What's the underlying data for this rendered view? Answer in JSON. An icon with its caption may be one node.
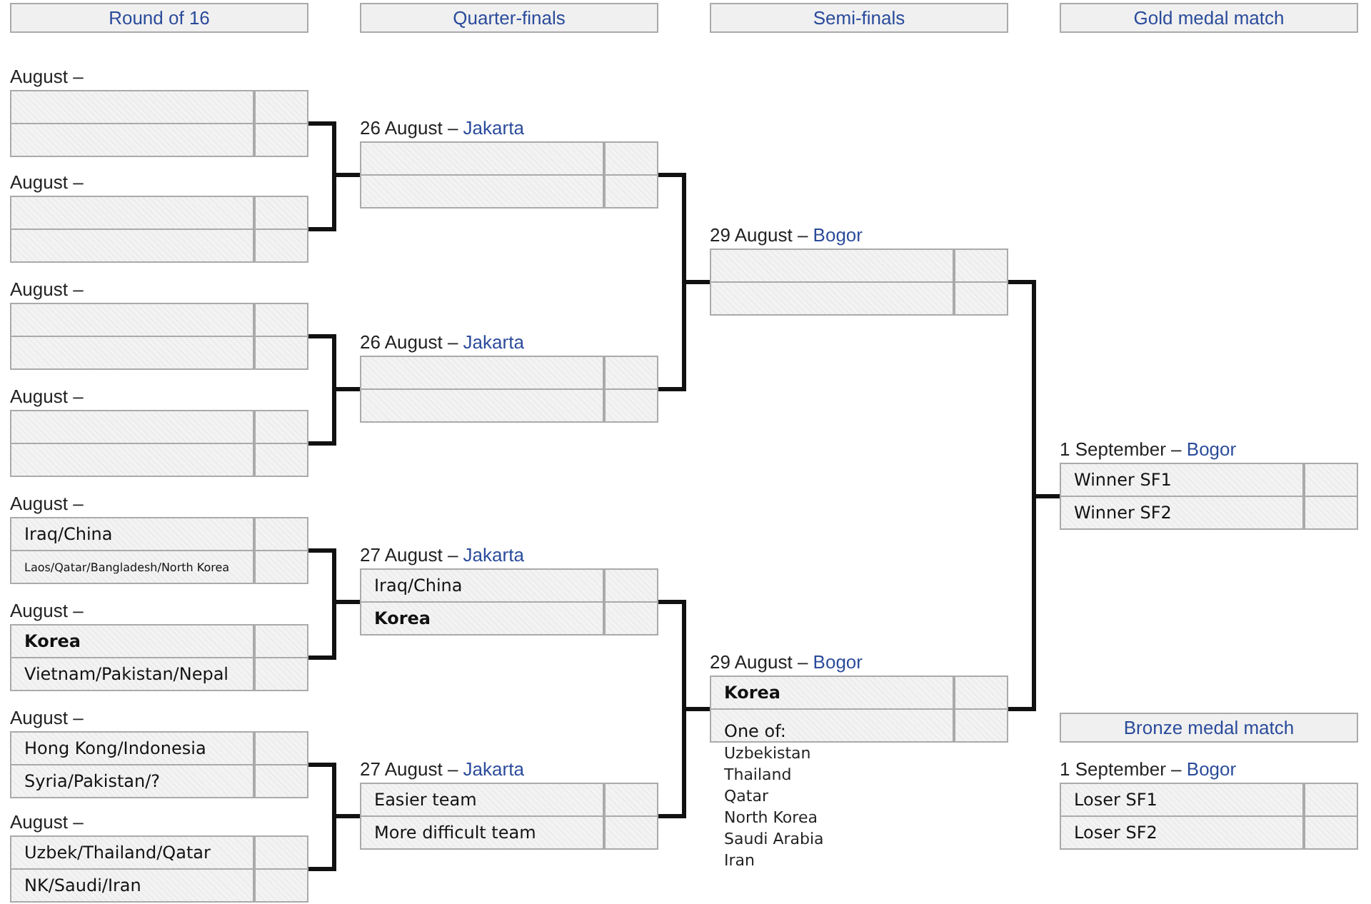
{
  "diagram": {
    "nodes": [
      {
        "text": [
          "Round of 16"
        ]
      },
      {
        "text": [
          "Quarter-finals"
        ]
      },
      {
        "text": [
          "Semi-finals"
        ]
      },
      {
        "text": [
          "Gold medal match"
        ]
      },
      {
        "text": [
          "August –"
        ]
      },
      {
        "text": [],
        "shape": "box",
        "in": 4
      },
      {
        "text": [],
        "shape": "box",
        "in": 4
      },
      {
        "text": [
          "August –"
        ]
      },
      {
        "text": [],
        "shape": "box",
        "in": 7
      },
      {
        "text": [],
        "shape": "box",
        "in": 7
      },
      {
        "text": [
          "August –"
        ]
      },
      {
        "text": [],
        "shape": "box",
        "in": 10
      },
      {
        "text": [],
        "shape": "box",
        "in": 10
      },
      {
        "text": [
          "August –"
        ]
      },
      {
        "text": [],
        "shape": "box",
        "in": 13
      },
      {
        "text": [],
        "shape": "box",
        "in": 13
      },
      {
        "text": [
          "August –"
        ]
      },
      {
        "text": [
          "Iraq/China"
        ],
        "in": 16
      },
      {
        "text": [
          "Laos/Qatar/Bangladesh/North Korea"
        ],
        "in": 16
      },
      {
        "text": [
          "August –"
        ]
      },
      {
        "text": [
          "Korea"
        ],
        "in": 19
      },
      {
        "text": [
          "Vietnam/Pakistan/Nepal"
        ],
        "in": 19
      },
      {
        "text": [
          "August –"
        ]
      },
      {
        "text": [
          "Hong Kong/Indonesia"
        ],
        "in": 22
      },
      {
        "text": [
          "Syria/Pakistan/?"
        ],
        "in": 22
      },
      {
        "text": [
          "August –"
        ]
      },
      {
        "text": [
          "Uzbek/Thailand/Qatar"
        ],
        "in": 25
      },
      {
        "text": [
          "NK/Saudi/Iran"
        ],
        "in": 25
      },
      {
        "text": [
          "26 August –",
          "Jakarta"
        ]
      },
      {
        "text": [],
        "shape": "box",
        "in": 28
      },
      {
        "text": [],
        "shape": "box",
        "in": 28
      },
      {
        "text": [
          "26 August –",
          "Jakarta"
        ]
      },
      {
        "text": [],
        "shape": "box",
        "in": 31
      },
      {
        "text": [],
        "shape": "box",
        "in": 31
      },
      {
        "text": [
          "27 August –",
          "Jakarta"
        ]
      },
      {
        "text": [
          "Iraq/China"
        ],
        "in": 34
      },
      {
        "text": [
          "Korea"
        ],
        "in": 34
      },
      {
        "text": [
          "27 August –",
          "Jakarta"
        ]
      },
      {
        "text": [
          "Easier team"
        ],
        "in": 37
      },
      {
        "text": [
          "More difficult team"
        ],
        "in": 37
      },
      {
        "text": [
          "29 August –",
          "Bogor"
        ]
      },
      {
        "text": [],
        "shape": "box",
        "in": 40
      },
      {
        "text": [],
        "shape": "box",
        "in": 40
      },
      {
        "text": [
          "29 August –",
          "Bogor"
        ]
      },
      {
        "text": [
          "Korea"
        ],
        "in": 43
      },
      {
        "text": [
          "One of:"
        ],
        "in": 43,
        "beside": [
          "Uzbekistan",
          "Thailand",
          "Qatar",
          "North Korea",
          "Saudi Arabia",
          "Iran"
        ]
      },
      {
        "text": [
          "1 September –",
          "Bogor"
        ]
      },
      {
        "text": [
          "Winner SF1"
        ],
        "in": 46
      },
      {
        "text": [
          "Winner SF2"
        ],
        "in": 46
      },
      {
        "text": [
          "Bronze medal match"
        ]
      },
      {
        "text": [
          "1 September –",
          "Bogor"
        ]
      },
      {
        "text": [
          "Loser SF1"
        ],
        "in": 50
      },
      {
        "text": [
          "Loser SF2"
        ],
        "in": 50
      }
    ],
    "edges": [
      {
        "from": 4,
        "to": 28,
        "arrow": "none"
      },
      {
        "from": 7,
        "to": 28,
        "arrow": "none"
      },
      {
        "from": 10,
        "to": 31,
        "arrow": "none"
      },
      {
        "from": 13,
        "to": 31,
        "arrow": "none"
      },
      {
        "from": 16,
        "to": 34,
        "arrow": "none"
      },
      {
        "from": 19,
        "to": 34,
        "arrow": "none"
      },
      {
        "from": 22,
        "to": 37,
        "arrow": "none"
      },
      {
        "from": 25,
        "to": 37,
        "arrow": "none"
      },
      {
        "from": 28,
        "to": 40,
        "arrow": "none"
      },
      {
        "from": 31,
        "to": 40,
        "arrow": "none"
      },
      {
        "from": 34,
        "to": 43,
        "arrow": "none"
      },
      {
        "from": 37,
        "to": 43,
        "arrow": "none"
      },
      {
        "from": 40,
        "to": 46,
        "arrow": "none"
      },
      {
        "from": 43,
        "to": 46,
        "arrow": "none"
      }
    ]
  }
}
